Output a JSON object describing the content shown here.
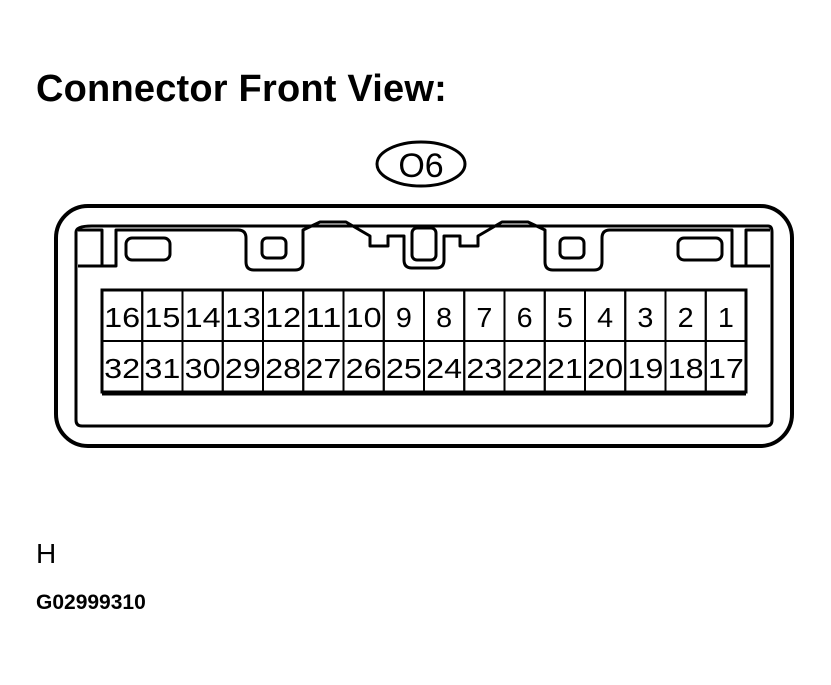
{
  "title": "Connector Front View:",
  "connector": {
    "code": "O6",
    "top_row": [
      "16",
      "15",
      "14",
      "13",
      "12",
      "11",
      "10",
      "9",
      "8",
      "7",
      "6",
      "5",
      "4",
      "3",
      "2",
      "1"
    ],
    "bottom_row": [
      "32",
      "31",
      "30",
      "29",
      "28",
      "27",
      "26",
      "25",
      "24",
      "23",
      "22",
      "21",
      "20",
      "19",
      "18",
      "17"
    ]
  },
  "side_letter": "H",
  "figure_code": "G02999310"
}
